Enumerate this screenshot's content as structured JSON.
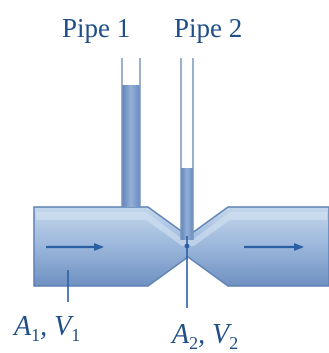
{
  "diagram": {
    "pipe1_label": "Pipe 1",
    "pipe2_label": "Pipe 2",
    "section1": {
      "area_symbol": "A",
      "area_subscript": "1",
      "separator": ", ",
      "velocity_symbol": "V",
      "velocity_subscript": "1"
    },
    "section2": {
      "area_symbol": "A",
      "area_subscript": "2",
      "separator": ", ",
      "velocity_symbol": "V",
      "velocity_subscript": "2"
    }
  },
  "colors": {
    "label_text": "#1f4f86",
    "pipe_fill_light": "#b7cde6",
    "pipe_fill_dark": "#7e9fca",
    "pipe_edge": "#5f82b3",
    "fluid_column": "#7d9fcd",
    "tube_outline": "#7a96bd",
    "flow_arrow": "#2b5fa4"
  }
}
